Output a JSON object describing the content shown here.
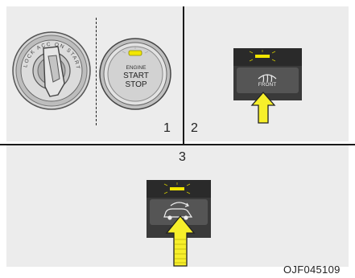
{
  "panels": {
    "labels": [
      "1",
      "2",
      "3"
    ]
  },
  "ignition": {
    "key_ring_text": "LOCK ACC ON START",
    "button_line1": "ENGINE",
    "button_line2": "START",
    "button_line3": "STOP"
  },
  "front_defrost": {
    "label": "FRONT",
    "icon": "front-defrost-icon"
  },
  "recirc_button": {
    "icon": "air-recirculation-icon"
  },
  "figure_code": "OJF045109",
  "colors": {
    "panel_bg": "#ececec",
    "indicator_yellow": "#f2e600",
    "arrow_yellow": "#f7ef2a",
    "button_dark": "#2a2a2a"
  }
}
